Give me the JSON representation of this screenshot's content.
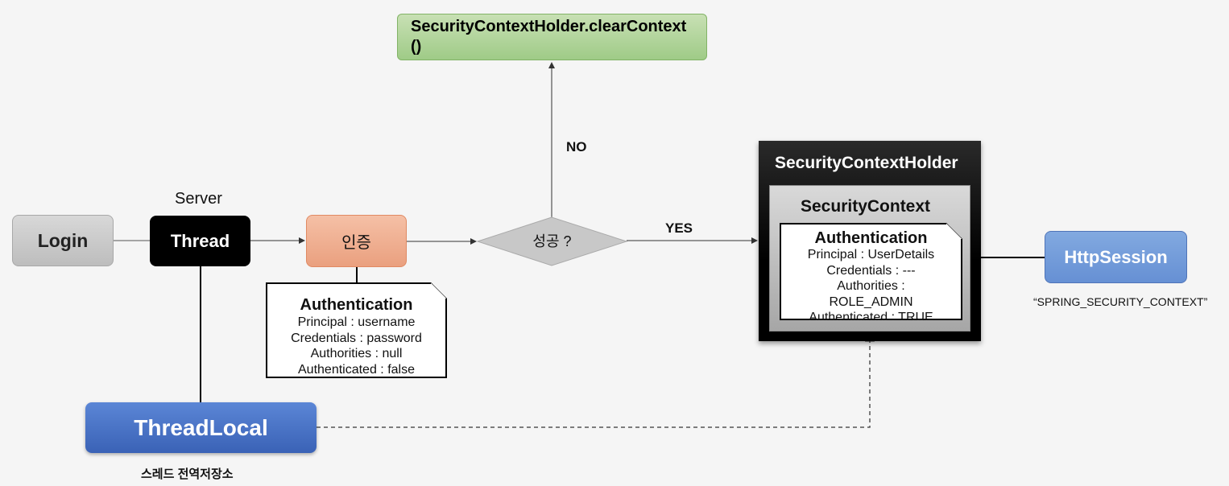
{
  "login": {
    "label": "Login"
  },
  "server": {
    "label": "Server",
    "thread_label": "Thread"
  },
  "auth_step": {
    "label": "인증"
  },
  "auth_note": {
    "title": "Authentication",
    "lines": [
      "Principal : username",
      "Credentials : password",
      "Authorities : null",
      "Authenticated : false"
    ]
  },
  "decision": {
    "label": "성공 ?",
    "no_label": "NO",
    "yes_label": "YES"
  },
  "clear_context": {
    "label": "SecurityContextHolder.clearContext()"
  },
  "holder": {
    "title": "SecurityContextHolder",
    "context_title": "SecurityContext",
    "auth_title": "Authentication",
    "lines": [
      "Principal : UserDetails",
      "Credentials : ---",
      "Authorities :",
      "ROLE_ADMIN",
      "Authenticated : TRUE"
    ]
  },
  "http_session": {
    "label": "HttpSession",
    "caption": "“SPRING_SECURITY_CONTEXT”"
  },
  "thread_local": {
    "label": "ThreadLocal",
    "caption": "스레드 전역저장소"
  },
  "colors": {
    "login": "#c8c8c8",
    "thread": "#000000",
    "auth": "#f0ad8c",
    "clear": "#b4d59c",
    "thread_local": "#4a72c4",
    "http_session": "#7099d8"
  }
}
